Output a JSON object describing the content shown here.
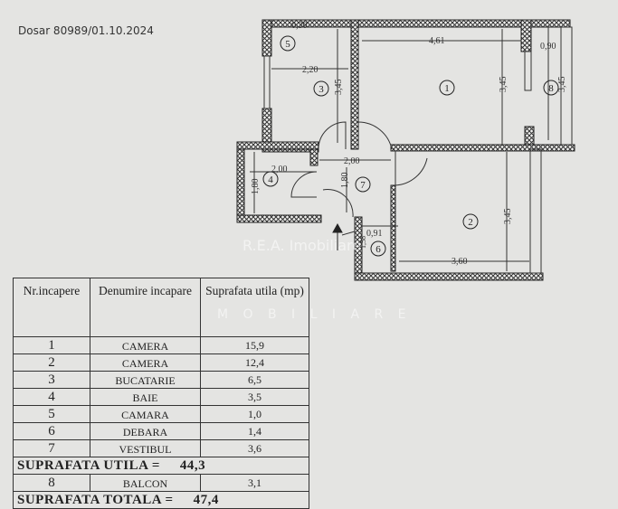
{
  "header": {
    "dosar": "Dosar 80989/01.10.2024"
  },
  "plan": {
    "dimensions": [
      "0,30",
      "2,20",
      "3,45",
      "4,61",
      "0,90",
      "3,45",
      "3,45",
      "2,00",
      "1,80",
      "2,00",
      "1,80",
      "0,91",
      "1,58",
      "3,45",
      "3,60"
    ],
    "rooms": [
      "1",
      "2",
      "3",
      "4",
      "5",
      "6",
      "7",
      "8"
    ]
  },
  "watermark": {
    "text": "R.E.A. Imobiliare",
    "sub": "M O B I L I A R E"
  },
  "table": {
    "headers": [
      "Nr.incapere",
      "Denumire incapare",
      "Suprafata utila (mp)"
    ],
    "rows": [
      {
        "nr": "1",
        "name": "CAMERA",
        "area": "15,9"
      },
      {
        "nr": "2",
        "name": "CAMERA",
        "area": "12,4"
      },
      {
        "nr": "3",
        "name": "BUCATARIE",
        "area": "6,5"
      },
      {
        "nr": "4",
        "name": "BAIE",
        "area": "3,5"
      },
      {
        "nr": "5",
        "name": "CAMARA",
        "area": "1,0"
      },
      {
        "nr": "6",
        "name": "DEBARA",
        "area": "1,4"
      },
      {
        "nr": "7",
        "name": "VESTIBUL",
        "area": "3,6"
      }
    ],
    "utila_label": "SUPRAFATA UTILA =",
    "utila_value": "44,3",
    "balcon": {
      "nr": "8",
      "name": "BALCON",
      "area": "3,1"
    },
    "totala_label": "SUPRAFATA TOTALA =",
    "totala_value": "47,4"
  }
}
